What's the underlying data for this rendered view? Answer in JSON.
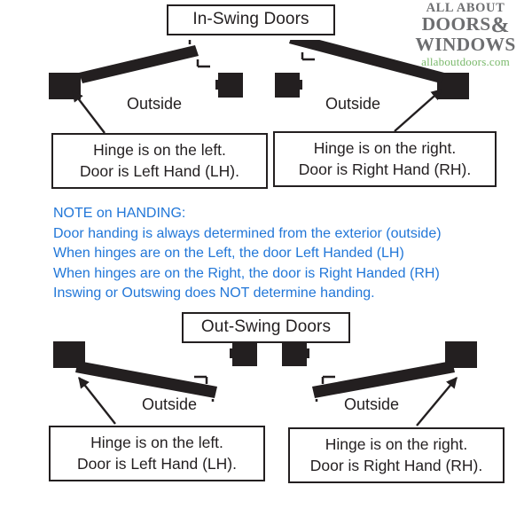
{
  "page": {
    "background": "#ffffff",
    "ink": "#231f20",
    "note_color": "#2277d8",
    "logo_gray": "#6d6e70",
    "logo_green": "#7ab96b"
  },
  "logo": {
    "line1": "ALL ABOUT",
    "line2": "DOORS",
    "ampersand": "&",
    "line3": "WINDOWS",
    "website": "allaboutdoors.com"
  },
  "sections": {
    "inswing": {
      "title": "In-Swing Doors",
      "left": {
        "outside_label": "Outside",
        "caption_line1": "Hinge is on the left.",
        "caption_line2": "Door is Left Hand (LH)."
      },
      "right": {
        "outside_label": "Outside",
        "caption_line1": "Hinge is on the right.",
        "caption_line2": "Door is Right Hand (RH)."
      }
    },
    "outswing": {
      "title": "Out-Swing Doors",
      "left": {
        "outside_label": "Outside",
        "caption_line1": "Hinge is on the left.",
        "caption_line2": "Door is Left Hand (LH)."
      },
      "right": {
        "outside_label": "Outside",
        "caption_line1": "Hinge is on the right.",
        "caption_line2": "Door is Right Hand (RH)."
      }
    }
  },
  "note": {
    "heading": "NOTE on HANDING:",
    "line1": "Door handing is always determined from the exterior (outside)",
    "line2": "When hinges are on the Left, the door Left Handed (LH)",
    "line3": "When hinges are on the Right, the door is Right Handed (RH)",
    "line4": "Inswing or Outswing does NOT determine handing."
  }
}
